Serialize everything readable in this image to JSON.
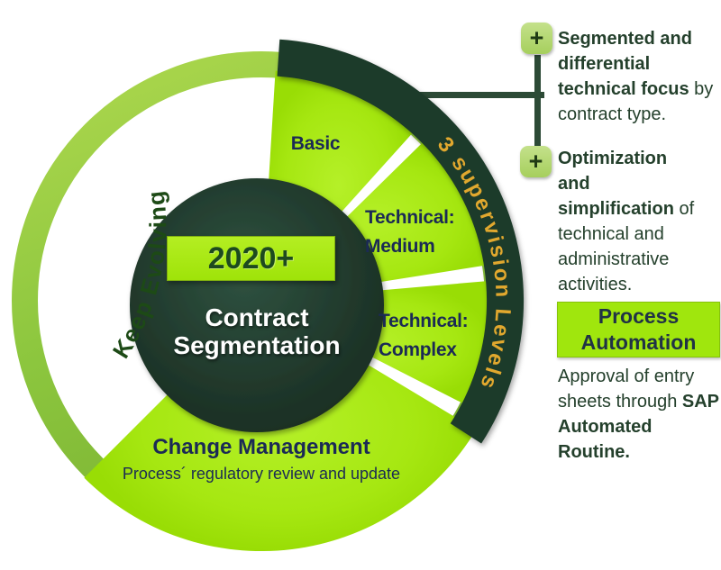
{
  "center": {
    "year": "2020+",
    "title": "Contract Segmentation"
  },
  "ring": {
    "keep_evolving": "Keep Evolving",
    "supervision": "3 supervision Levels"
  },
  "wedges": [
    {
      "label": "Basic"
    },
    {
      "label": "Technical: Medium"
    },
    {
      "label": "Technical: Complex"
    },
    {
      "label": "Change Management",
      "sublabel": "Process´ regulatory review and update"
    }
  ],
  "right_panel": {
    "plus": "+",
    "item1": {
      "bold": "Segmented and differential technical focus",
      "normal": " by contract type."
    },
    "item2": {
      "bold": "Optimization and simplification",
      "normal": " of technical and administrative activities."
    },
    "automation_box": "Process Automation",
    "item3": {
      "normal": "Approval of entry sheets through ",
      "bold": "SAP Automated Routine."
    }
  },
  "colors": {
    "bright_green": "#a4e611",
    "ring_green": "#8cc63e",
    "dark_green": "#1f3a2b",
    "navy_text": "#1b2a55",
    "gold_text": "#e1a82e",
    "panel_text": "#24402c"
  }
}
